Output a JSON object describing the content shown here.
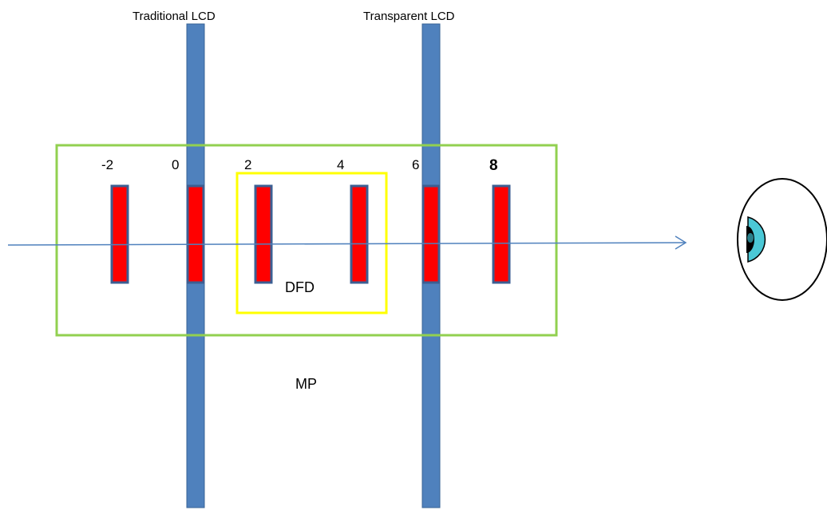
{
  "displays": {
    "traditional": {
      "label": "Traditional LCD"
    },
    "transparent": {
      "label": "Transparent LCD"
    }
  },
  "depth_planes": [
    {
      "label": "-2"
    },
    {
      "label": "0"
    },
    {
      "label": "2"
    },
    {
      "label": "4"
    },
    {
      "label": "6"
    },
    {
      "label": "8"
    }
  ],
  "regions": {
    "dfd": {
      "label": "DFD"
    },
    "mp": {
      "label": "MP"
    }
  },
  "colors": {
    "lcd_panel": "#4f81bd",
    "plane_fill": "#ff0000",
    "plane_border": "#3c5f93",
    "mp_box": "#92d050",
    "dfd_box": "#ffff00",
    "sight_line": "#4f81bd",
    "iris": "#4bc8d6",
    "pupil": "#000000"
  },
  "icons": {
    "viewer": "eye-icon",
    "direction": "arrow-right-icon"
  }
}
